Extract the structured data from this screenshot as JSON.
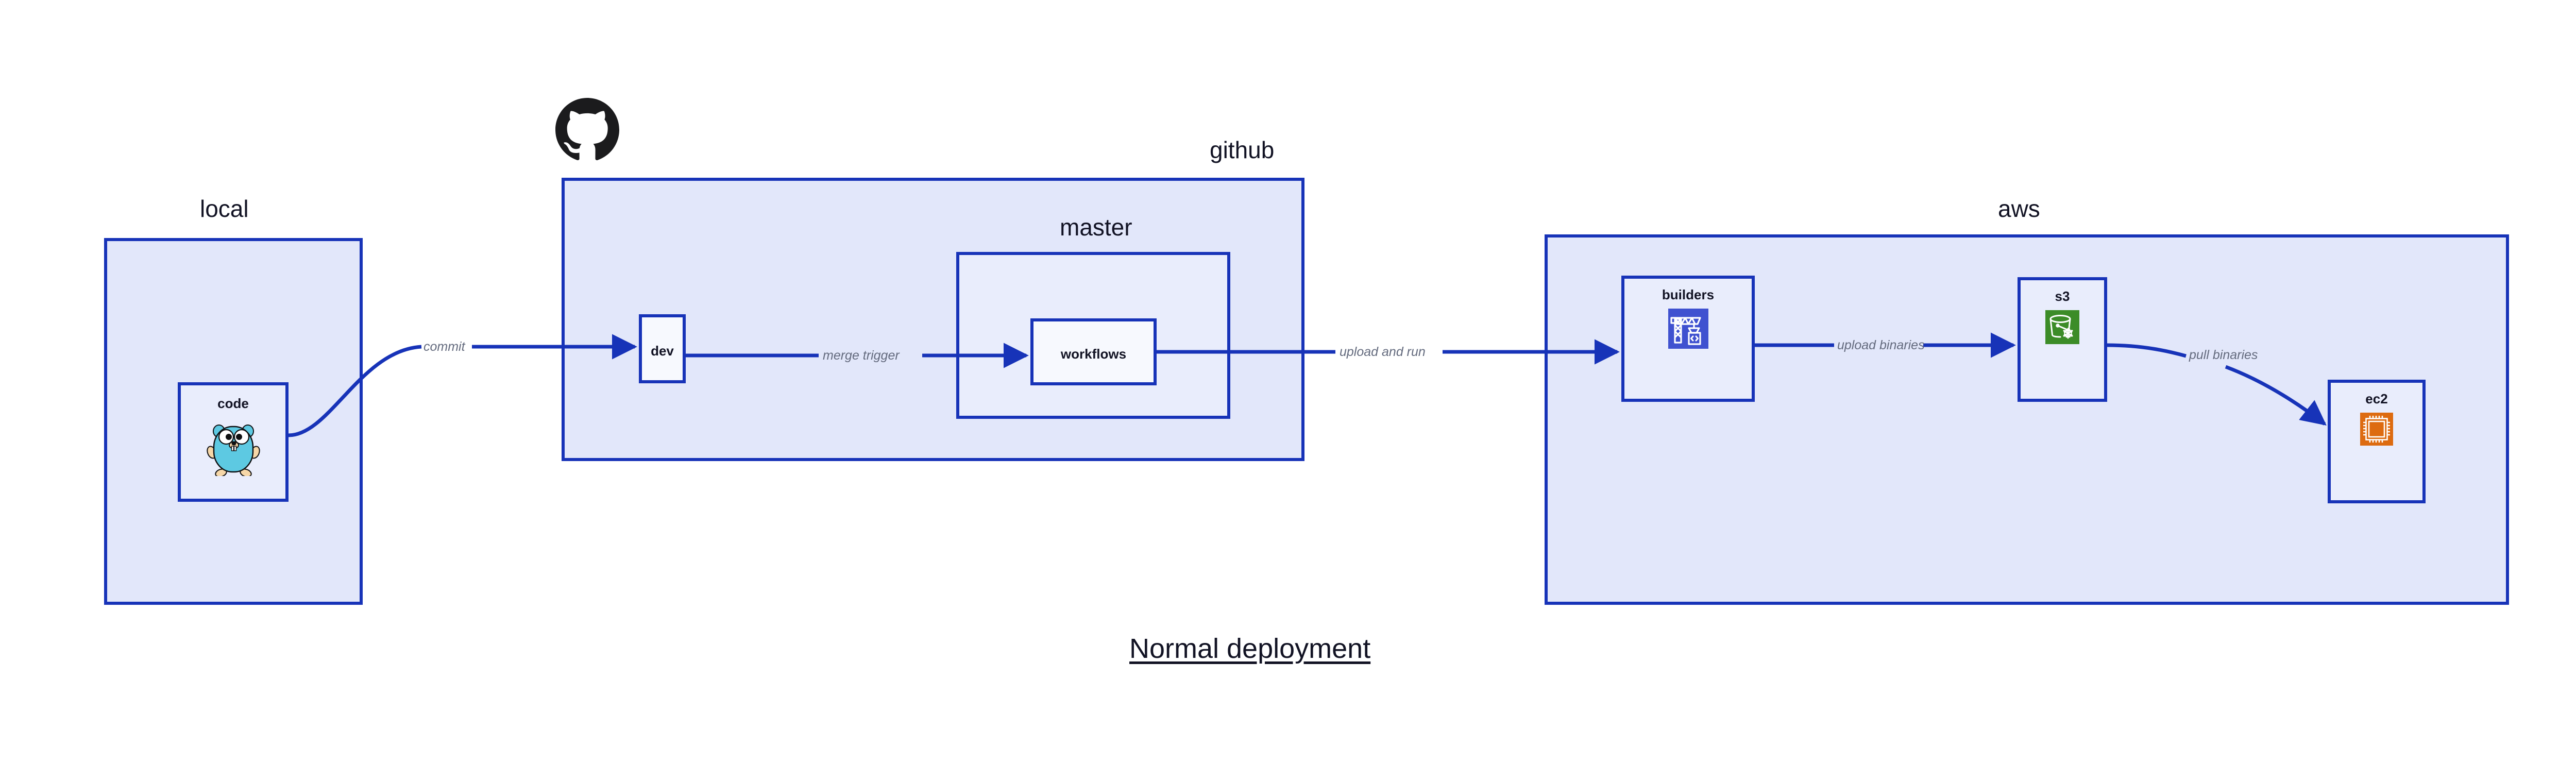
{
  "diagram": {
    "title": "Normal deployment",
    "background_color": "#ffffff",
    "accent_color": "#1733B8",
    "group_fill": "#E2E7FA",
    "node_fill": "#E9EDFC",
    "label_color": "#121324",
    "edge_label_color": "#646B7E"
  },
  "groups": [
    {
      "id": "local",
      "label": "local"
    },
    {
      "id": "github",
      "label": "github"
    },
    {
      "id": "master",
      "label": "master"
    },
    {
      "id": "aws",
      "label": "aws"
    }
  ],
  "nodes": [
    {
      "id": "code",
      "label": "code",
      "icon": "go-gopher-icon"
    },
    {
      "id": "dev",
      "label": "dev",
      "icon": "none"
    },
    {
      "id": "workflows",
      "label": "workflows",
      "icon": "none"
    },
    {
      "id": "builders",
      "label": "builders",
      "icon": "aws-codebuild-icon",
      "icon_color": "#3F51D0"
    },
    {
      "id": "s3",
      "label": "s3",
      "icon": "aws-s3-bucket-icon",
      "icon_color": "#3C8C28"
    },
    {
      "id": "ec2",
      "label": "ec2",
      "icon": "aws-ec2-chip-icon",
      "icon_color": "#DD6B10"
    }
  ],
  "edges": [
    {
      "id": "commit",
      "label": "commit",
      "from": "code",
      "to": "dev"
    },
    {
      "id": "merge-trigger",
      "label": "merge trigger",
      "from": "dev",
      "to": "workflows"
    },
    {
      "id": "upload-and-run",
      "label": "upload and run",
      "from": "workflows",
      "to": "builders"
    },
    {
      "id": "upload-binaries",
      "label": "upload binaries",
      "from": "builders",
      "to": "s3"
    },
    {
      "id": "pull-binaries",
      "label": "pull binaries",
      "from": "s3",
      "to": "ec2"
    }
  ],
  "logos": [
    {
      "id": "github-logo",
      "name": "github-octocat-logo",
      "color": "#1B1B1D"
    }
  ]
}
